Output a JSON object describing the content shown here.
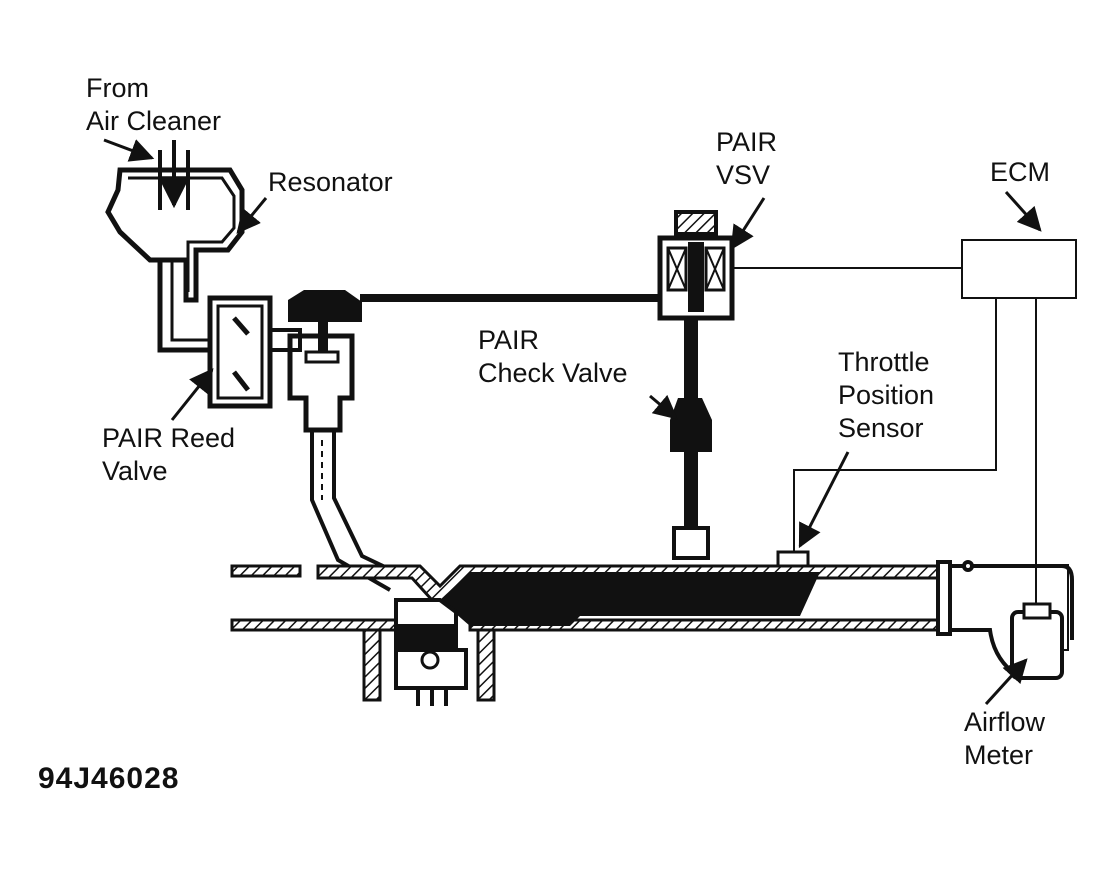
{
  "labels": {
    "air_cleaner": [
      "From",
      "Air Cleaner"
    ],
    "resonator": "Resonator",
    "pair_vsv": [
      "PAIR",
      "VSV"
    ],
    "ecm": "ECM",
    "pair_check_valve": [
      "PAIR",
      "Check Valve"
    ],
    "throttle_position_sensor": [
      "Throttle",
      "Position",
      "Sensor"
    ],
    "pair_reed_valve": [
      "PAIR Reed",
      "Valve"
    ],
    "airflow_meter": [
      "Airflow",
      "Meter"
    ]
  },
  "figure_code": "94J46028",
  "colors": {
    "ink": "#111111",
    "paper": "#ffffff"
  }
}
